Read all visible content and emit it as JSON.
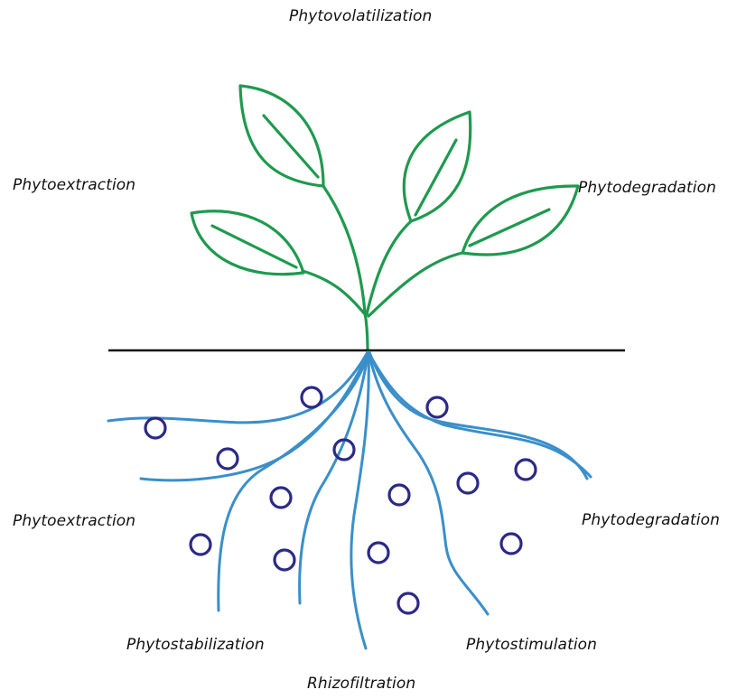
{
  "labels": {
    "top": "Phytovolatilization",
    "upper_left": "Phytoextraction",
    "upper_right": "Phytodegradation",
    "lower_left": "Phytoextraction",
    "lower_right": "Phytodegradation",
    "bottom_left": "Phytostabilization",
    "bottom_right": "Phytostimulation",
    "bottom_center": "Rhizofiltration"
  },
  "colors": {
    "plant": "#1e9a4e",
    "roots": "#3a8fca",
    "particles": "#2b2a86",
    "ground": "#111111"
  }
}
